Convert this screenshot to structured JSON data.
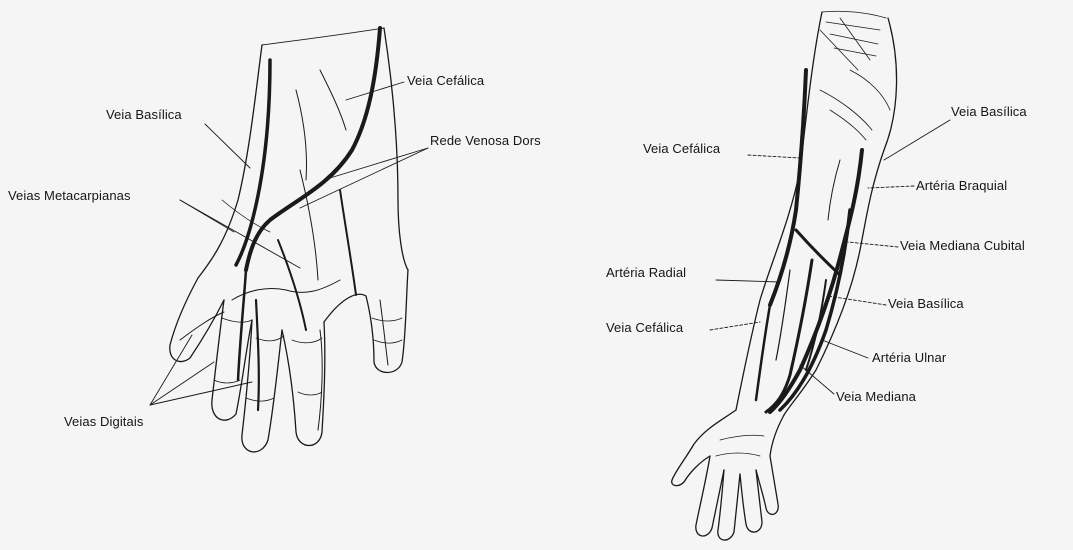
{
  "hand_dorsal": {
    "labels": {
      "veia_basilica": "Veia Basílica",
      "veia_cefalica": "Veia Cefálica",
      "rede_venosa_dorsal": "Rede Venosa Dors",
      "veias_metacarpianas": "Veias Metacarpianas",
      "veias_digitais": "Veias Digitais"
    }
  },
  "forearm_ventral": {
    "labels": {
      "veia_cefalica_upper": "Veia Cefálica",
      "veia_basilica_upper": "Veia Basílica",
      "arteria_braquial": "Artéria Braquial",
      "veia_mediana_cubital": "Veia Mediana Cubital",
      "arteria_radial": "Artéria Radial",
      "veia_basilica_lower": "Veia Basílica",
      "veia_cefalica_lower": "Veia Cefálica",
      "arteria_ulnar": "Artéria Ulnar",
      "veia_mediana": "Veia Mediana"
    }
  },
  "colors": {
    "ink": "#141414",
    "paper": "#f5f5f5"
  }
}
